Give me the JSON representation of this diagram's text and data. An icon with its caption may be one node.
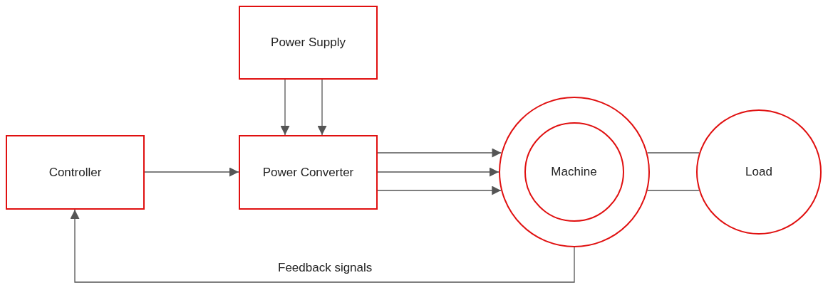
{
  "diagram": {
    "nodes": [
      {
        "text": [
          "Power Supply"
        ]
      },
      {
        "text": [
          "Controller"
        ]
      },
      {
        "text": [
          "Power Converter"
        ]
      },
      {
        "text": [],
        "shape": "circle"
      },
      {
        "text": [
          "Machine"
        ],
        "in": 3
      },
      {
        "text": [
          "Load"
        ]
      }
    ],
    "edges": [
      {
        "from": 0,
        "to": 2,
        "arrow": "to"
      },
      {
        "from": 0,
        "to": 2,
        "arrow": "to"
      },
      {
        "from": 1,
        "to": 2,
        "arrow": "to"
      },
      {
        "from": 2,
        "to": 3,
        "arrow": "to"
      },
      {
        "from": 2,
        "to": 3,
        "arrow": "to"
      },
      {
        "from": 2,
        "to": 3,
        "arrow": "to"
      },
      {
        "from": 3,
        "to": 5,
        "arrow": "none"
      },
      {
        "from": 3,
        "to": 5,
        "arrow": "none"
      },
      {
        "from": 3,
        "to": 1,
        "arrow": "to",
        "label": "Feedback signals"
      }
    ]
  }
}
